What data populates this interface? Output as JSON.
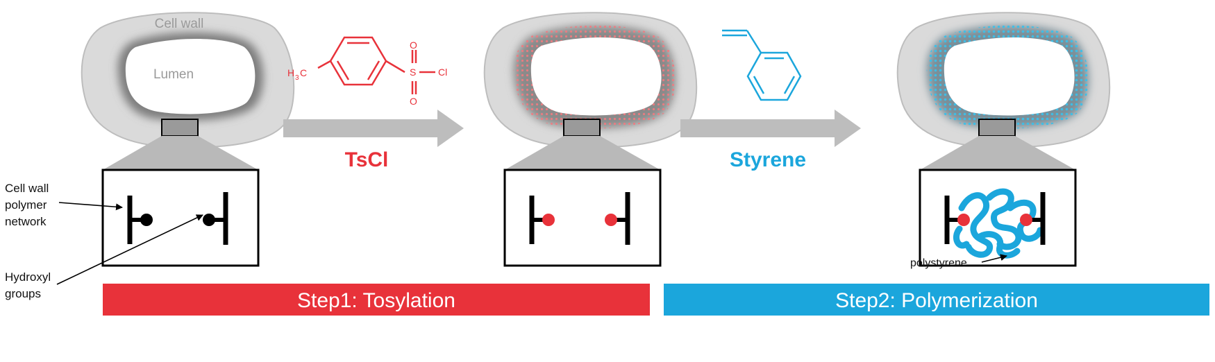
{
  "labels": {
    "cell_wall": "Cell wall",
    "lumen": "Lumen",
    "network_line1": "Cell wall",
    "network_line2": "polymer",
    "network_line3": "network",
    "hydroxyl_line1": "Hydroxyl",
    "hydroxyl_line2": "groups",
    "polystyrene": "polystyrene"
  },
  "reagents": {
    "tscl": "TsCl",
    "styrene": "Styrene",
    "tscl_atoms": {
      "methyl": "H",
      "methyl_sub": "3",
      "methyl_tail": "C",
      "sulfur": "S",
      "oxygen": "O",
      "chlorine": "Cl"
    }
  },
  "steps": {
    "step1": "Step1: Tosylation",
    "step2": "Step2: Polymerization"
  },
  "colors": {
    "tosyl_red": "#e8323a",
    "styrene_blue": "#1ba6dc",
    "arrow_gray": "#bdbdbd",
    "wall_gray": "#cfcfcf",
    "ink": "#000000"
  }
}
